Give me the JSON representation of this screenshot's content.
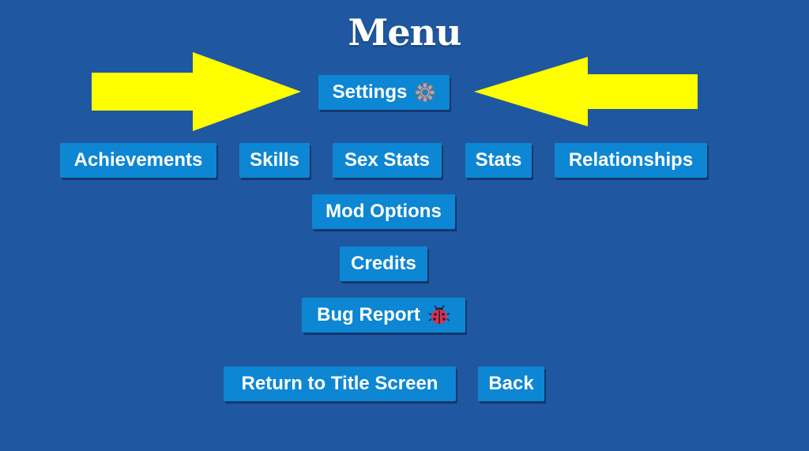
{
  "menu": {
    "title": "Menu",
    "settings_label": "Settings",
    "settings_icon": "gear-icon",
    "row_buttons": [
      "Achievements",
      "Skills",
      "Sex Stats",
      "Stats",
      "Relationships"
    ],
    "mod_options_label": "Mod Options",
    "credits_label": "Credits",
    "bug_report_label": "Bug Report",
    "bug_report_icon": "ladybug-icon",
    "return_label": "Return to Title Screen",
    "back_label": "Back"
  },
  "colors": {
    "background": "#1f58a0",
    "button": "#0d86d4",
    "arrow": "#ffff00"
  }
}
